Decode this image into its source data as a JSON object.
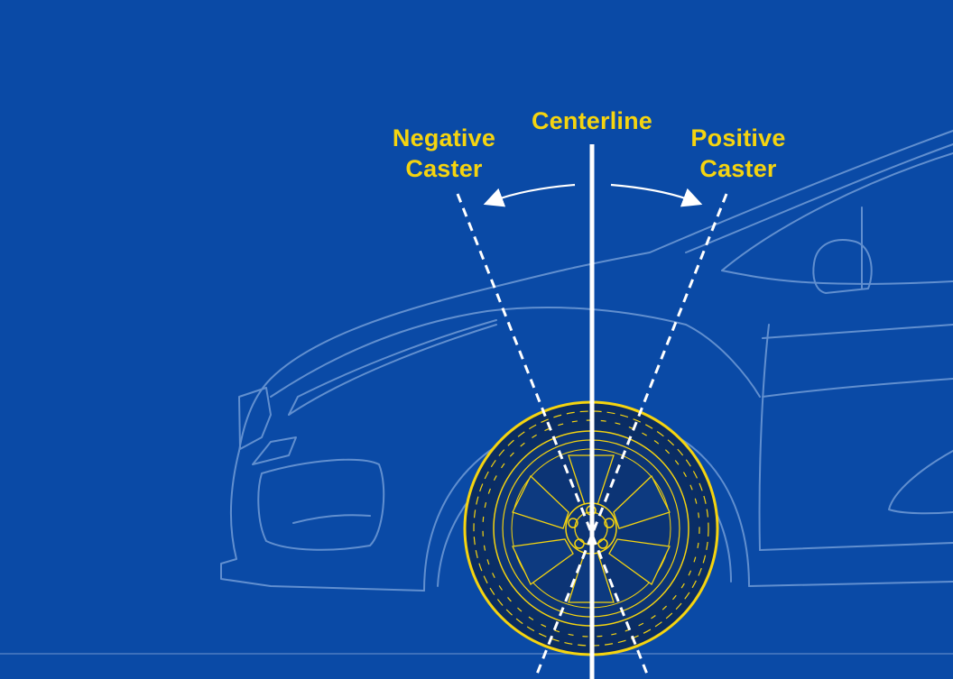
{
  "labels": {
    "centerline": "Centerline",
    "negative_caster": [
      "Negative",
      "Caster"
    ],
    "positive_caster": [
      "Positive",
      "Caster"
    ]
  },
  "colors": {
    "background": "#0a4aa6",
    "label": "#f5d40f",
    "lines": "#ffffff",
    "car_outline": "#7fa7dd",
    "tire_outline": "#f5d40f",
    "tire_fill": "#0b2f6b"
  },
  "icons": {
    "left_arrow": "curved-arrow-left-icon",
    "right_arrow": "curved-arrow-right-icon"
  }
}
